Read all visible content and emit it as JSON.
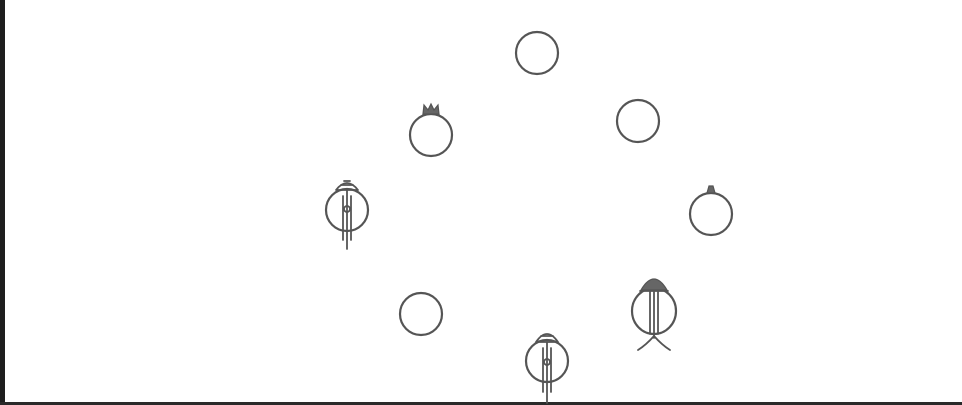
{
  "diagram": {
    "markers": [
      {
        "id": "top",
        "kind": "plain-circle"
      },
      {
        "id": "upper-right",
        "kind": "plain-circle"
      },
      {
        "id": "right",
        "kind": "circle-with-small-tab"
      },
      {
        "id": "lower-right",
        "kind": "circle-with-crown-pole-and-fishtail"
      },
      {
        "id": "bottom",
        "kind": "circle-with-crown-and-pole"
      },
      {
        "id": "lower-left",
        "kind": "plain-circle"
      },
      {
        "id": "left",
        "kind": "circle-with-crown-and-pole"
      },
      {
        "id": "upper-left",
        "kind": "circle-with-double-tab"
      }
    ],
    "colors": {
      "stroke": "#555555",
      "background": "#ffffff",
      "frame": "#1e1e1e"
    }
  }
}
